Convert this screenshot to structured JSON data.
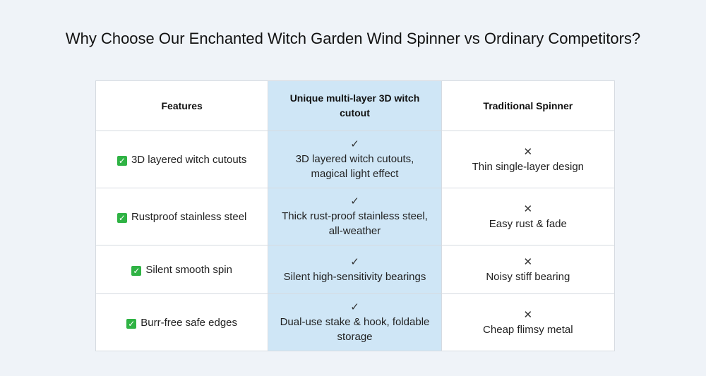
{
  "title": "Why Choose Our Enchanted Witch Garden Wind Spinner vs Ordinary Competitors?",
  "headers": [
    "Features",
    "Unique multi-layer 3D witch cutout",
    "Traditional Spinner"
  ],
  "icons": {
    "feature_check": "check-box-icon",
    "ours_mark": "checkmark-icon",
    "theirs_mark": "cross-icon"
  },
  "marks": {
    "check": "✓",
    "cross": "✕",
    "box_check": "✓"
  },
  "colors": {
    "highlight": "#cfe6f6",
    "check_green": "#2fb344"
  },
  "rows": [
    {
      "feature": "3D layered witch cutouts",
      "ours": "3D layered witch cutouts, magical light effect",
      "theirs": "Thin single-layer design"
    },
    {
      "feature": "Rustproof stainless steel",
      "ours": "Thick rust-proof stainless steel, all-weather",
      "theirs": "Easy rust & fade"
    },
    {
      "feature": "Silent smooth spin",
      "ours": "Silent high-sensitivity bearings",
      "theirs": "Noisy stiff bearing"
    },
    {
      "feature": "Burr-free safe edges",
      "ours": "Dual-use stake & hook, foldable storage",
      "theirs": "Cheap flimsy metal"
    }
  ]
}
